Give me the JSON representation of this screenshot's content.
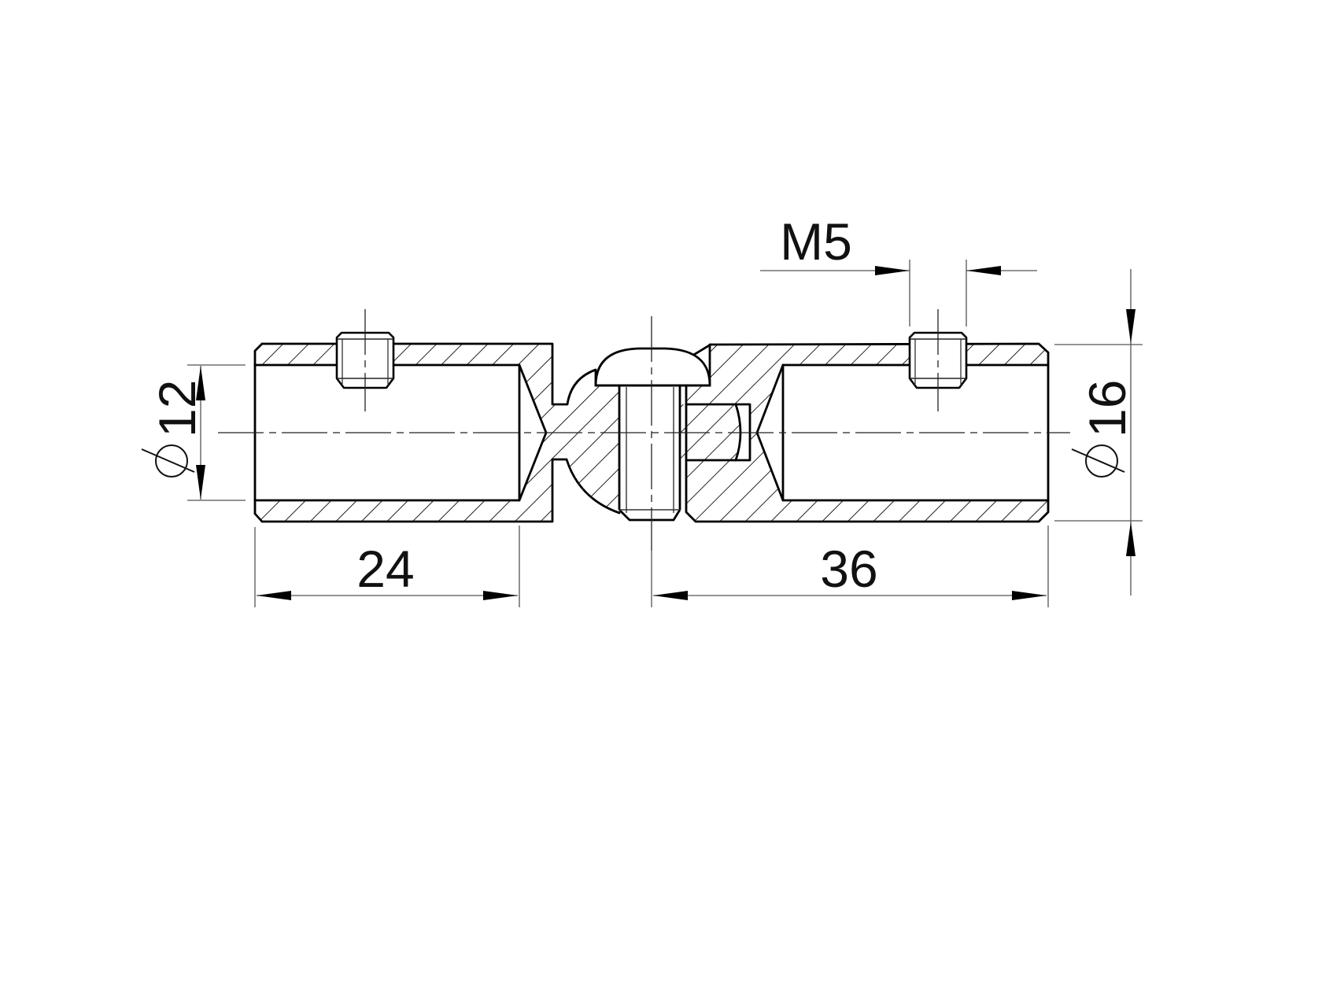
{
  "drawing": {
    "kind": "technical-section-drawing",
    "background": "#ffffff",
    "line_color": "#000000",
    "thin_line_color": "#555555",
    "hatch_color": "#222222"
  },
  "dims": {
    "thread": "M5",
    "bore": "12",
    "outer": "16",
    "left_length": "24",
    "right_length": "36",
    "diameter_symbol": "⌀"
  }
}
